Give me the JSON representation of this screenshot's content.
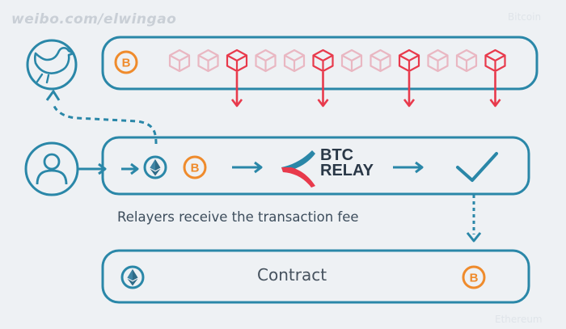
{
  "watermark": "weibo.com/elwingao",
  "labels": {
    "top_right": "Bitcoin",
    "bottom_right": "Ethereum"
  },
  "relay": {
    "line1": "BTC",
    "line2": "RELAY"
  },
  "caption": "Relayers receive the transaction fee",
  "contract": {
    "label": "Contract"
  },
  "colors": {
    "outline": "#2a87a8",
    "bitcoin": "#ef8b2c",
    "block_highlight": "#e83a4c",
    "block_faded": "#e9b7c2",
    "relay_mark": "#2a87a8",
    "relay_accent": "#e83a4c"
  },
  "icons": [
    "bird-icon",
    "bitcoin-icon",
    "ethereum-icon",
    "user-icon",
    "check-icon",
    "block-icon",
    "arrow-icon"
  ]
}
